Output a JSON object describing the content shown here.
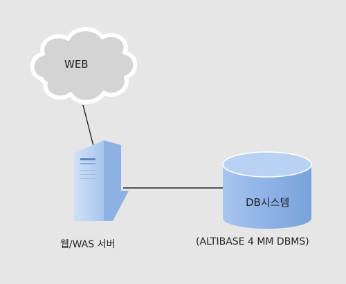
{
  "diagram": {
    "nodes": {
      "web": {
        "label": "WEB",
        "icon": "cloud-icon"
      },
      "server": {
        "label": "웹/WAS 서버",
        "icon": "server-tower-icon"
      },
      "database": {
        "label": "DB시스템",
        "caption": "(ALTIBASE 4 MM DBMS)",
        "icon": "database-cylinder-icon"
      }
    },
    "edges": [
      {
        "from": "web",
        "to": "server"
      },
      {
        "from": "server",
        "to": "database"
      }
    ],
    "colors": {
      "background": "#e6e6e6",
      "cloud_fill": "#d3d3d3",
      "cloud_stroke": "#ffffff",
      "server_front": "#b5cfee",
      "server_side": "#8fb2e2",
      "db_body": "#8fb3e6",
      "db_top": "#b9d2f4",
      "line": "#222222"
    }
  }
}
